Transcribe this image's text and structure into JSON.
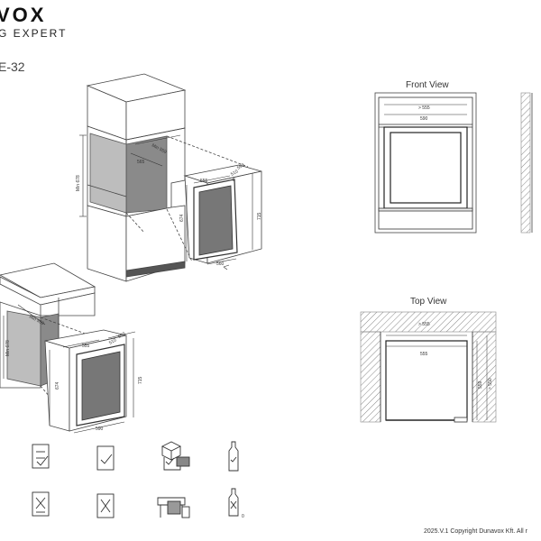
{
  "header": {
    "brand": "VOX",
    "tagline": "G EXPERT",
    "model": "E-32"
  },
  "views": {
    "front_title": "Front View",
    "top_title": "Top View"
  },
  "column_iso": {
    "min_height": "Min 678",
    "depth": "565",
    "min_width": "Min 559",
    "unit_width": "555",
    "unit_depth": "510",
    "unit_depth2": "550",
    "door_height": "674",
    "total_height": "715",
    "door_width": "560",
    "gap": "5"
  },
  "counter_iso": {
    "min_height": "Min 678",
    "min_width": "Min 559",
    "unit_width": "555",
    "unit_depth": "510",
    "unit_depth2": "550",
    "door_height": "674",
    "total_height": "715",
    "door_width": "590"
  },
  "front_view": {
    "niche": "> 555",
    "width": "590"
  },
  "top_view": {
    "niche": "> 555",
    "inner": "555",
    "depth": "559",
    "depth_min": "> 550"
  },
  "pictograms": {
    "bottle_note": "0"
  },
  "footer": {
    "copyright": "2025.V.1 Copyright Dunavox Kft. All r"
  }
}
